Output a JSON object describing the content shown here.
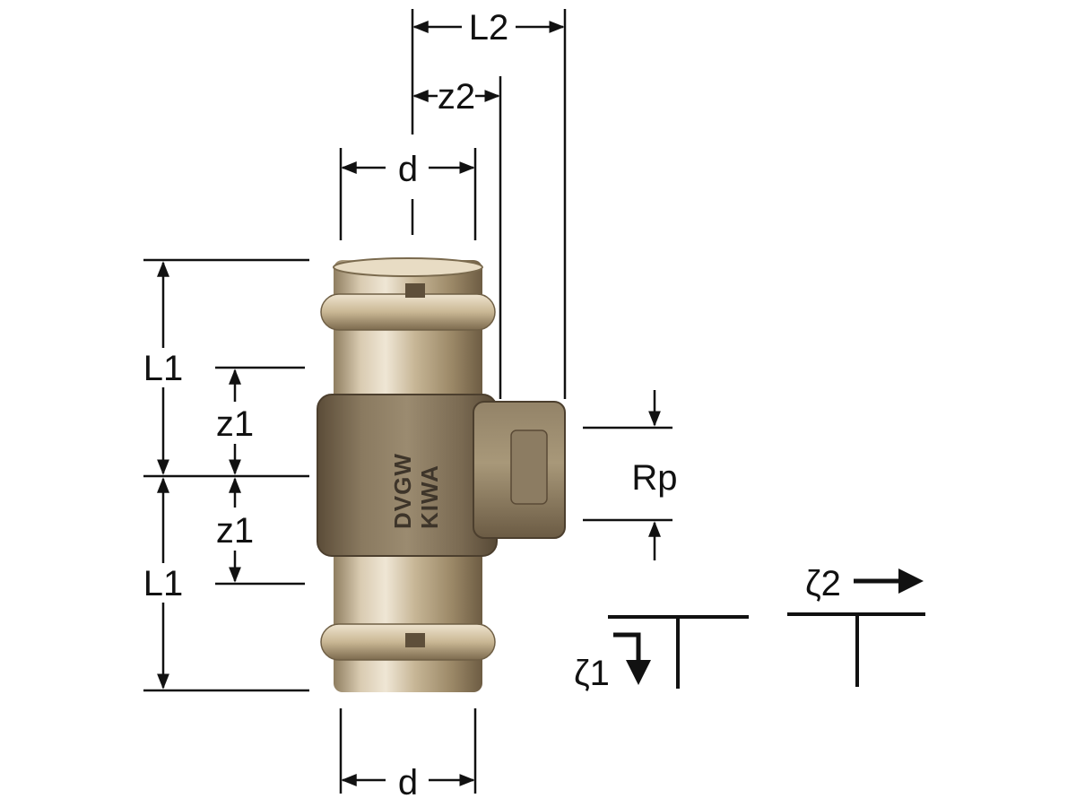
{
  "dimensions": {
    "L2": "L2",
    "z2": "z2",
    "d_top": "d",
    "d_bottom": "d",
    "L1_top": "L1",
    "L1_bottom": "L1",
    "z1_top": "z1",
    "z1_bottom": "z1",
    "Rp": "Rp"
  },
  "markings": {
    "line1": "DVGW",
    "line2": "KIWA"
  },
  "zeta": {
    "zeta1": "ζ1",
    "zeta2": "ζ2"
  },
  "colors": {
    "bronze_light": "#d9cbb1",
    "bronze_mid": "#b3a17f",
    "bronze_dark": "#6d5c43",
    "body_cast": "#7a6a52",
    "line": "#111111"
  }
}
